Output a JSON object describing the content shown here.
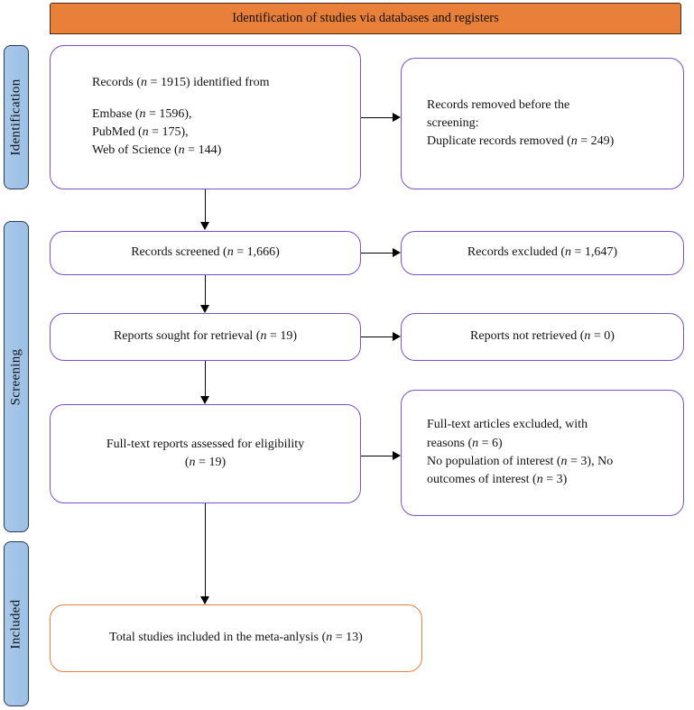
{
  "diagram": {
    "title": "Identification of studies via databases and registers",
    "accent_purple": "#7a4fd6",
    "accent_orange": "#e8803a",
    "rail_blue": "#a5c8e8"
  },
  "rails": [
    {
      "label": "Identification"
    },
    {
      "label": "Screening"
    },
    {
      "label": "Included"
    }
  ],
  "boxes": {
    "records_identified": {
      "line1": "Records (",
      "line1_n": "n",
      "line1_rest": " = 1915) identified from",
      "src1": "Embase (",
      "src1_n": "n",
      "src1_rest": " = 1596),",
      "src2": "PubMed (",
      "src2_n": "n",
      "src2_rest": " = 175),",
      "src3": "Web of Science (",
      "src3_n": "n",
      "src3_rest": " = 144)"
    },
    "records_removed": {
      "line1": "Records removed before the",
      "line2": "screening:",
      "line3": "Duplicate records removed (",
      "line3_n": "n",
      "line3_rest": " = 249)"
    },
    "records_screened": {
      "text": "Records screened (",
      "n": "n",
      "rest": " = 1,666)"
    },
    "records_excluded": {
      "text": "Records excluded (",
      "n": "n",
      "rest": " = 1,647)"
    },
    "reports_sought": {
      "text": "Reports sought for retrieval (",
      "n": "n",
      "rest": " = 19)"
    },
    "reports_not_retrieved": {
      "text": "Reports not retrieved (",
      "n": "n",
      "rest": " = 0)"
    },
    "fulltext_assessed": {
      "line1": "Full-text reports assessed for eligibility",
      "line2_open": "(",
      "line2_n": "n",
      "line2_rest": " = 19)"
    },
    "fulltext_excluded": {
      "l1": "Full-text articles excluded, with",
      "l2_a": "reasons (",
      "l2_n": "n",
      "l2_b": " = 6)",
      "l3_a": "No population of interest (",
      "l3_n": "n",
      "l3_b": " = 3), No",
      "l4_a": "outcomes of interest (",
      "l4_n": "n",
      "l4_b": " = 3)"
    },
    "total_included": {
      "text": "Total studies included in the meta-anlysis (",
      "n": "n",
      "rest": " = 13)"
    }
  }
}
